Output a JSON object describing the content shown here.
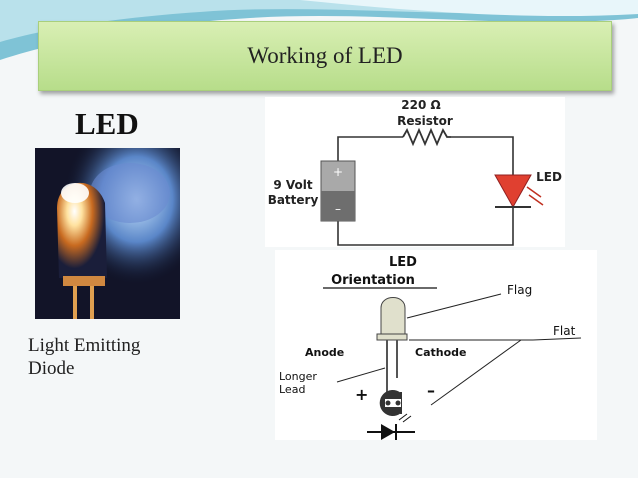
{
  "slide": {
    "title": "Working of LED",
    "heading": "LED",
    "caption_line1": "Light Emitting",
    "caption_line2": "Diode"
  },
  "circuit": {
    "resistor_value": "220 Ω",
    "resistor_label": "Resistor",
    "battery_line1": "9 Volt",
    "battery_line2": "Battery",
    "plus": "+",
    "minus": "–",
    "led_label": "LED"
  },
  "orientation": {
    "title_line1": "LED",
    "title_line2": "Orientation",
    "flag": "Flag",
    "flat": "Flat",
    "anode": "Anode",
    "cathode": "Cathode",
    "longer_line1": "Longer",
    "longer_line2": "Lead",
    "plus": "+",
    "minus": "–"
  },
  "colors": {
    "banner": "#c7e69f",
    "led_red": "#e04030",
    "wire": "#333333"
  }
}
